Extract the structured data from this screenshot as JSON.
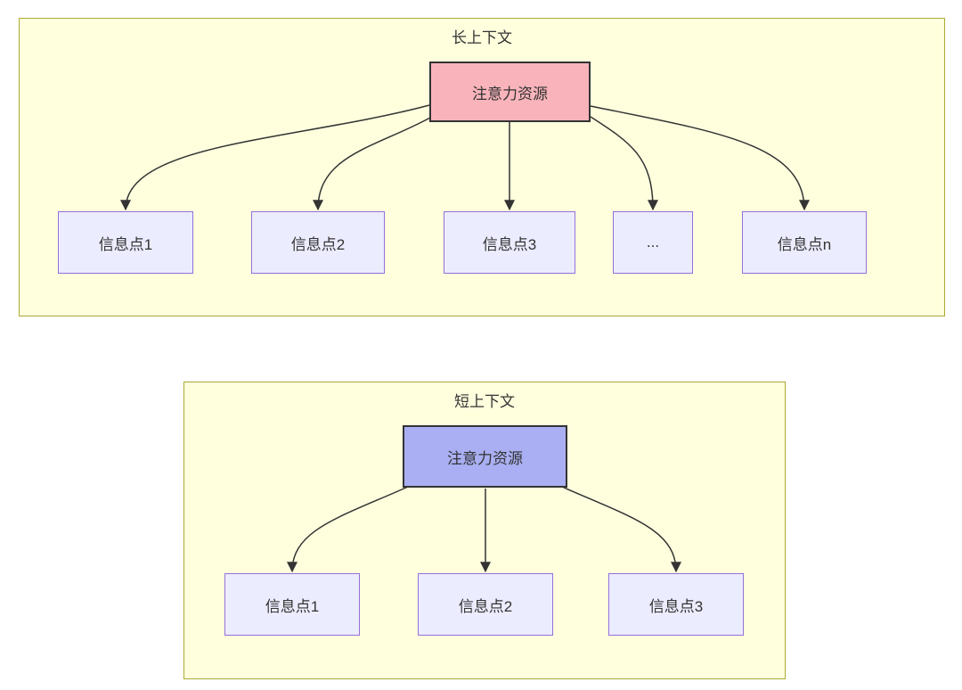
{
  "diagram": {
    "type": "flowchart",
    "panels": [
      {
        "id": "long-context",
        "title": "长上下文",
        "source": "注意力资源",
        "targets": [
          "信息点1",
          "信息点2",
          "信息点3",
          "...",
          "信息点n"
        ]
      },
      {
        "id": "short-context",
        "title": "短上下文",
        "source": "注意力资源",
        "targets": [
          "信息点1",
          "信息点2",
          "信息点3"
        ]
      }
    ]
  },
  "colors": {
    "panel_fill": "#ffffde",
    "panel_border": "#aaaa33",
    "info_node_fill": "#ececff",
    "info_node_border": "#9370db",
    "attention_long_fill": "#f9b4bb",
    "attention_short_fill": "#a9aff2",
    "attention_border": "#333333",
    "arrow": "#333333",
    "text": "#333333"
  }
}
